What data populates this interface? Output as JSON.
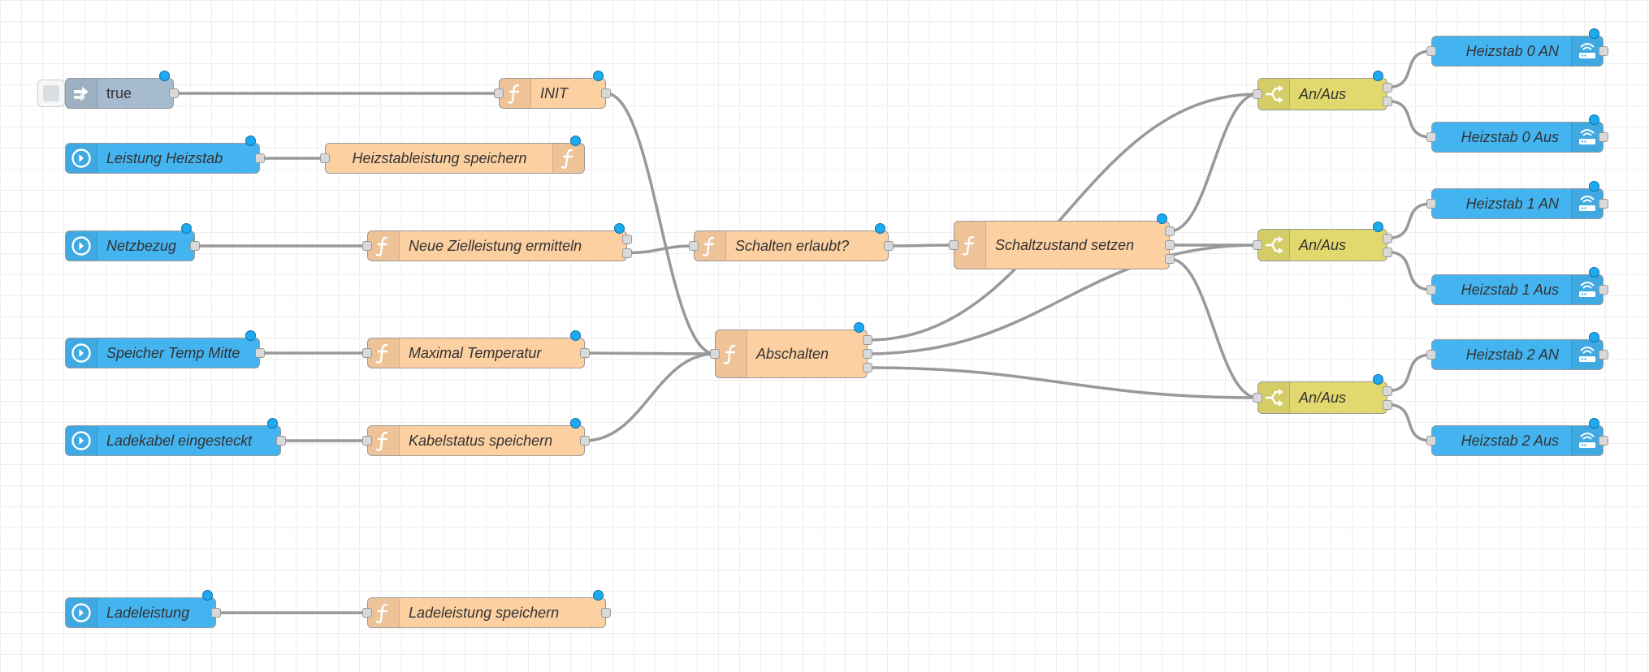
{
  "colors": {
    "grid": "#eeeeee",
    "wire": "#999999",
    "inject": "#a6bbcf",
    "function": "#fdd0a2",
    "switch": "#e2d96e",
    "ha_input": "#3fadb5",
    "ha_node": "#44b4f0",
    "status": "#1eaaf1"
  },
  "nodes": [
    {
      "id": "inject-true",
      "type": "inject",
      "label": "true",
      "icon": "inject-arrow-icon"
    },
    {
      "id": "init",
      "type": "function",
      "label": "INIT",
      "icon": "function-icon"
    },
    {
      "id": "leistung-heizstab",
      "type": "ha-state",
      "label": "Leistung Heizstab",
      "icon": "ha-state-icon"
    },
    {
      "id": "heizstableistung-speichern",
      "type": "function",
      "label": "Heizstableistung speichern",
      "icon": "function-icon"
    },
    {
      "id": "netzbezug",
      "type": "ha-state",
      "label": "Netzbezug",
      "icon": "ha-state-icon"
    },
    {
      "id": "neue-zielleistung",
      "type": "function",
      "label": "Neue Zielleistung ermitteln",
      "icon": "function-icon"
    },
    {
      "id": "schalten-erlaubt",
      "type": "function",
      "label": "Schalten erlaubt?",
      "icon": "function-icon"
    },
    {
      "id": "schaltzustand-setzen",
      "type": "function",
      "label": "Schaltzustand setzen",
      "icon": "function-icon"
    },
    {
      "id": "speicher-temp-mitte",
      "type": "ha-state",
      "label": "Speicher Temp Mitte",
      "icon": "ha-state-icon"
    },
    {
      "id": "maximal-temperatur",
      "type": "function",
      "label": "Maximal Temperatur",
      "icon": "function-icon"
    },
    {
      "id": "abschalten",
      "type": "function",
      "label": "Abschalten",
      "icon": "function-icon"
    },
    {
      "id": "ladekabel",
      "type": "ha-state",
      "label": "Ladekabel eingesteckt",
      "icon": "ha-state-icon"
    },
    {
      "id": "kabelstatus-speichern",
      "type": "function",
      "label": "Kabelstatus speichern",
      "icon": "function-icon"
    },
    {
      "id": "ladeleistung",
      "type": "ha-state",
      "label": "Ladeleistung",
      "icon": "ha-state-icon"
    },
    {
      "id": "ladeleistung-speichern",
      "type": "function",
      "label": "Ladeleistung speichern",
      "icon": "function-icon"
    },
    {
      "id": "switch-0",
      "type": "switch",
      "label": "An/Aus",
      "icon": "switch-icon"
    },
    {
      "id": "switch-1",
      "type": "switch",
      "label": "An/Aus",
      "icon": "switch-icon"
    },
    {
      "id": "switch-2",
      "type": "switch",
      "label": "An/Aus",
      "icon": "switch-icon"
    },
    {
      "id": "heizstab-0-an",
      "type": "ha-call",
      "label": "Heizstab 0 AN",
      "icon": "router-icon"
    },
    {
      "id": "heizstab-0-aus",
      "type": "ha-call",
      "label": "Heizstab 0 Aus",
      "icon": "router-icon"
    },
    {
      "id": "heizstab-1-an",
      "type": "ha-call",
      "label": "Heizstab 1 AN",
      "icon": "router-icon"
    },
    {
      "id": "heizstab-1-aus",
      "type": "ha-call",
      "label": "Heizstab 1 Aus",
      "icon": "router-icon"
    },
    {
      "id": "heizstab-2-an",
      "type": "ha-call",
      "label": "Heizstab 2 AN",
      "icon": "router-icon"
    },
    {
      "id": "heizstab-2-aus",
      "type": "ha-call",
      "label": "Heizstab 2 Aus",
      "icon": "router-icon"
    }
  ],
  "links": [
    {
      "from": "inject-true",
      "port": 0,
      "to": "init"
    },
    {
      "from": "init",
      "port": 0,
      "to": "abschalten"
    },
    {
      "from": "leistung-heizstab",
      "port": 0,
      "to": "heizstableistung-speichern"
    },
    {
      "from": "netzbezug",
      "port": 0,
      "to": "neue-zielleistung"
    },
    {
      "from": "neue-zielleistung",
      "port": 1,
      "to": "schalten-erlaubt"
    },
    {
      "from": "schalten-erlaubt",
      "port": 0,
      "to": "schaltzustand-setzen"
    },
    {
      "from": "speicher-temp-mitte",
      "port": 0,
      "to": "maximal-temperatur"
    },
    {
      "from": "maximal-temperatur",
      "port": 0,
      "to": "abschalten"
    },
    {
      "from": "ladekabel",
      "port": 0,
      "to": "kabelstatus-speichern"
    },
    {
      "from": "kabelstatus-speichern",
      "port": 0,
      "to": "abschalten"
    },
    {
      "from": "ladeleistung",
      "port": 0,
      "to": "ladeleistung-speichern"
    },
    {
      "from": "schaltzustand-setzen",
      "port": 0,
      "to": "switch-0"
    },
    {
      "from": "schaltzustand-setzen",
      "port": 1,
      "to": "switch-1"
    },
    {
      "from": "schaltzustand-setzen",
      "port": 2,
      "to": "switch-2"
    },
    {
      "from": "abschalten",
      "port": 0,
      "to": "switch-0"
    },
    {
      "from": "abschalten",
      "port": 1,
      "to": "switch-1"
    },
    {
      "from": "abschalten",
      "port": 2,
      "to": "switch-2"
    },
    {
      "from": "switch-0",
      "port": 0,
      "to": "heizstab-0-an"
    },
    {
      "from": "switch-0",
      "port": 1,
      "to": "heizstab-0-aus"
    },
    {
      "from": "switch-1",
      "port": 0,
      "to": "heizstab-1-an"
    },
    {
      "from": "switch-1",
      "port": 1,
      "to": "heizstab-1-aus"
    },
    {
      "from": "switch-2",
      "port": 0,
      "to": "heizstab-2-an"
    },
    {
      "from": "switch-2",
      "port": 1,
      "to": "heizstab-2-aus"
    }
  ]
}
